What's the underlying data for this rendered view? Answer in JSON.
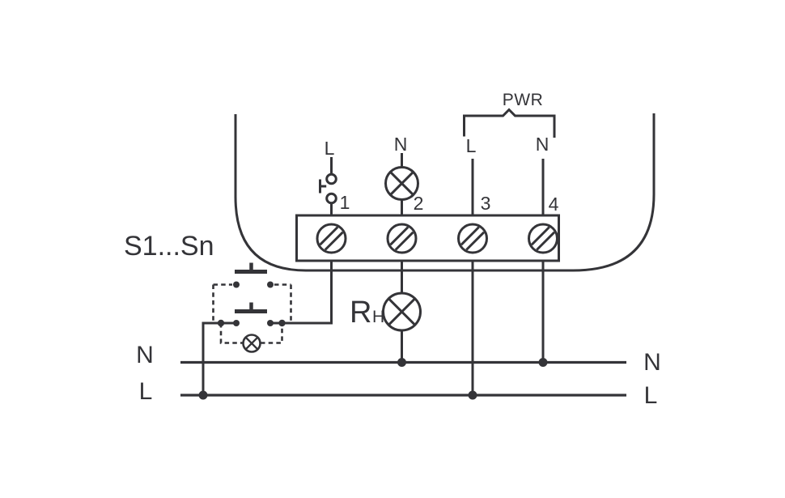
{
  "diagram": {
    "kind": "electrical wiring diagram",
    "colors": {
      "ink": "#343438",
      "background": "#ffffff"
    },
    "symbols": [
      "device-housing-outline",
      "terminal-block",
      "terminal-screw-icon",
      "pushbutton-contact-icon",
      "lamp-icon",
      "glow-lamp-icon",
      "junction-dot"
    ]
  },
  "labels": {
    "switch_group": "S1...Sn",
    "pwr": "PWR",
    "load_main": "R",
    "load_sub": "H"
  },
  "terminals": [
    {
      "number": "1",
      "wire": "L"
    },
    {
      "number": "2",
      "wire": "N"
    },
    {
      "number": "3",
      "wire": "L"
    },
    {
      "number": "4",
      "wire": "N"
    }
  ],
  "rails": {
    "left_n": "N",
    "left_l": "L",
    "right_n": "N",
    "right_l": "L"
  }
}
